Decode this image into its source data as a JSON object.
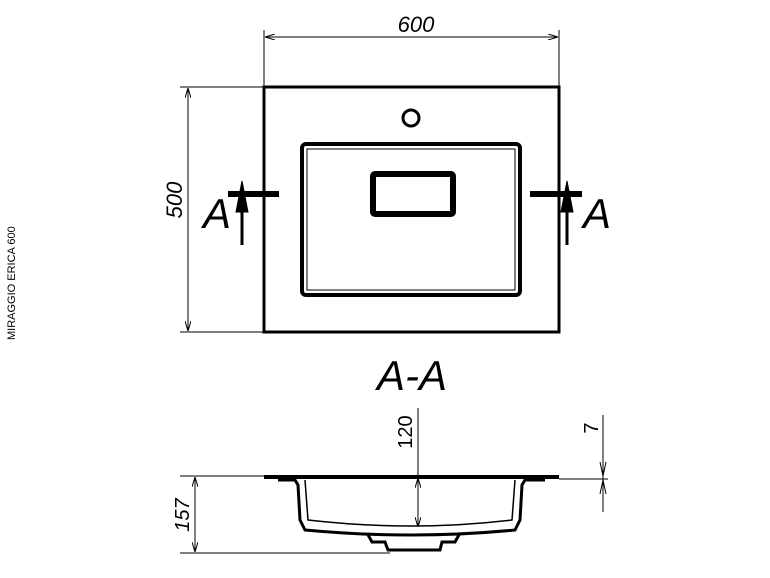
{
  "side_label": "MIRAGGIO ERICA 600",
  "dimensions": {
    "width": "600",
    "depth": "500",
    "height": "157",
    "bowl_depth": "120",
    "rim_thickness": "7"
  },
  "section_marker": "A",
  "section_title": "A-A"
}
